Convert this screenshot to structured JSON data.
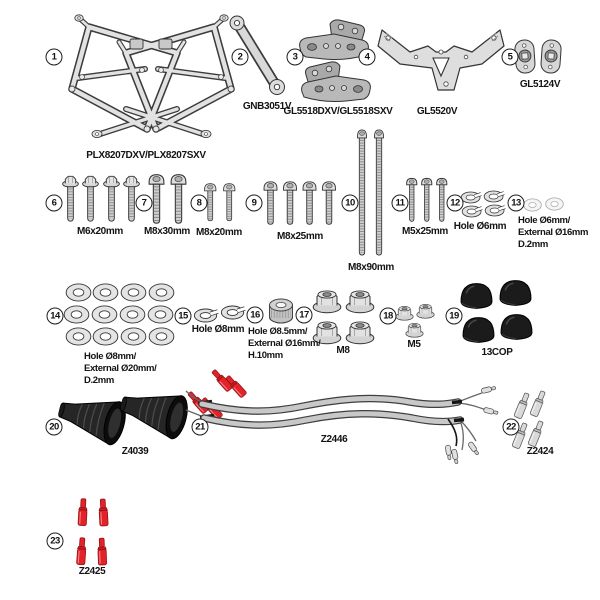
{
  "items": [
    {
      "num": "1",
      "label": "PLX8207DXV/PLX8207SXV"
    },
    {
      "num": "2",
      "label": "GNB3051V"
    },
    {
      "num": "3",
      "label": "GL5518DXV/GL5518SXV"
    },
    {
      "num": "4",
      "label": "GL5520V"
    },
    {
      "num": "5",
      "label": "GL5124V"
    },
    {
      "num": "6",
      "label": "M6x20mm"
    },
    {
      "num": "7",
      "label": "M8x30mm"
    },
    {
      "num": "8",
      "label": "M8x20mm"
    },
    {
      "num": "9",
      "label": "M8x25mm"
    },
    {
      "num": "10",
      "label": "M8x90mm"
    },
    {
      "num": "11",
      "label": "M5x25mm"
    },
    {
      "num": "12",
      "label": "Hole Ø6mm"
    },
    {
      "num": "13",
      "lines": [
        "Hole Ø6mm/",
        "External Ø16mm",
        "D.2mm"
      ]
    },
    {
      "num": "14",
      "lines": [
        "Hole Ø8mm/",
        "External Ø20mm/",
        "D.2mm"
      ]
    },
    {
      "num": "15",
      "label": "Hole Ø8mm"
    },
    {
      "num": "16",
      "lines": [
        "Hole Ø8.5mm/",
        "External Ø16mm/",
        "H.10mm"
      ]
    },
    {
      "num": "17",
      "label": "M8"
    },
    {
      "num": "18",
      "label": "M5"
    },
    {
      "num": "19",
      "label": "13COP"
    },
    {
      "num": "20",
      "label": "Z4039"
    },
    {
      "num": "21"
    },
    {
      "num": "22",
      "label": "Z2424"
    },
    {
      "num": "23",
      "label": "Z2425"
    }
  ],
  "cable": {
    "label": "Z2446"
  },
  "colors": {
    "connector_red": "#e42229",
    "part_gray": "#cfcfcf",
    "outline": "#3a3a3a",
    "rubber_black": "#1b1b1b"
  }
}
